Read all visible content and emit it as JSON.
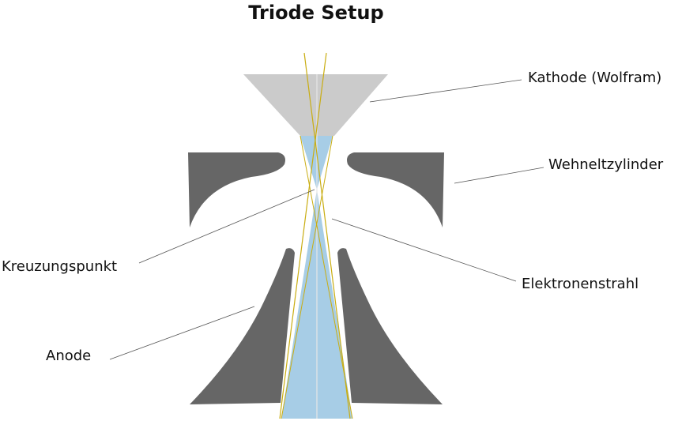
{
  "title": "Triode Setup",
  "labels": {
    "kathode": "Kathode (Wolfram)",
    "wehnelt": "Wehneltzylinder",
    "kreuzung": "Kreuzungspunkt",
    "elektronen": "Elektronenstrahl",
    "anode": "Anode"
  },
  "colors": {
    "cathode": "#cbcbcb",
    "electrodes": "#666666",
    "beam": "#a7cde6",
    "rays": "#c9ad12",
    "axis": "#e6e6e6",
    "text": "#111111",
    "leader_lines": "#555555"
  }
}
